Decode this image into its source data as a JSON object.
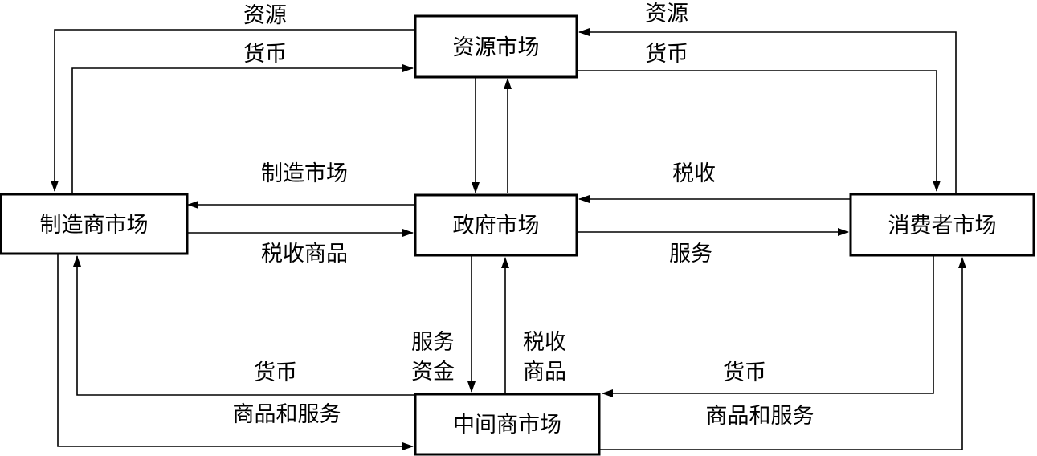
{
  "colors": {
    "line": "#000000",
    "background": "#ffffff"
  },
  "nodes": {
    "resource": "资源市场",
    "manufacturer": "制造商市场",
    "government": "政府市场",
    "consumer": "消费者市场",
    "intermediary": "中间商市场"
  },
  "labels": {
    "resource_to_manufacturer": "资源",
    "manufacturer_to_resource": "货币",
    "consumer_to_resource": "资源",
    "resource_to_consumer": "货币",
    "gov_to_manufacturer": "制造市场",
    "manufacturer_to_gov": "税收商品",
    "consumer_to_gov": "税收",
    "gov_to_consumer": "服务",
    "gov_to_intermediary_1": "服务",
    "gov_to_intermediary_2": "资金",
    "intermediary_to_gov_1": "税收",
    "intermediary_to_gov_2": "商品",
    "intermediary_to_manufacturer": "货币",
    "manufacturer_to_intermediary": "商品和服务",
    "consumer_to_intermediary": "货币",
    "intermediary_to_consumer": "商品和服务"
  }
}
